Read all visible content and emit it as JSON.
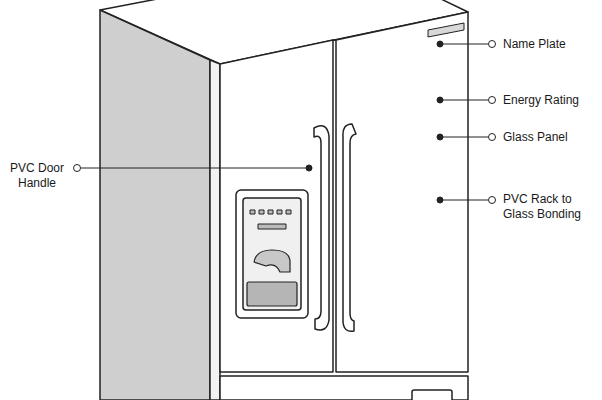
{
  "diagram": {
    "labels": [
      "Name Plate",
      "Energy Rating",
      "Glass Panel",
      "PVC Rack to Glass Bonding",
      "PVC Door Handle"
    ]
  }
}
